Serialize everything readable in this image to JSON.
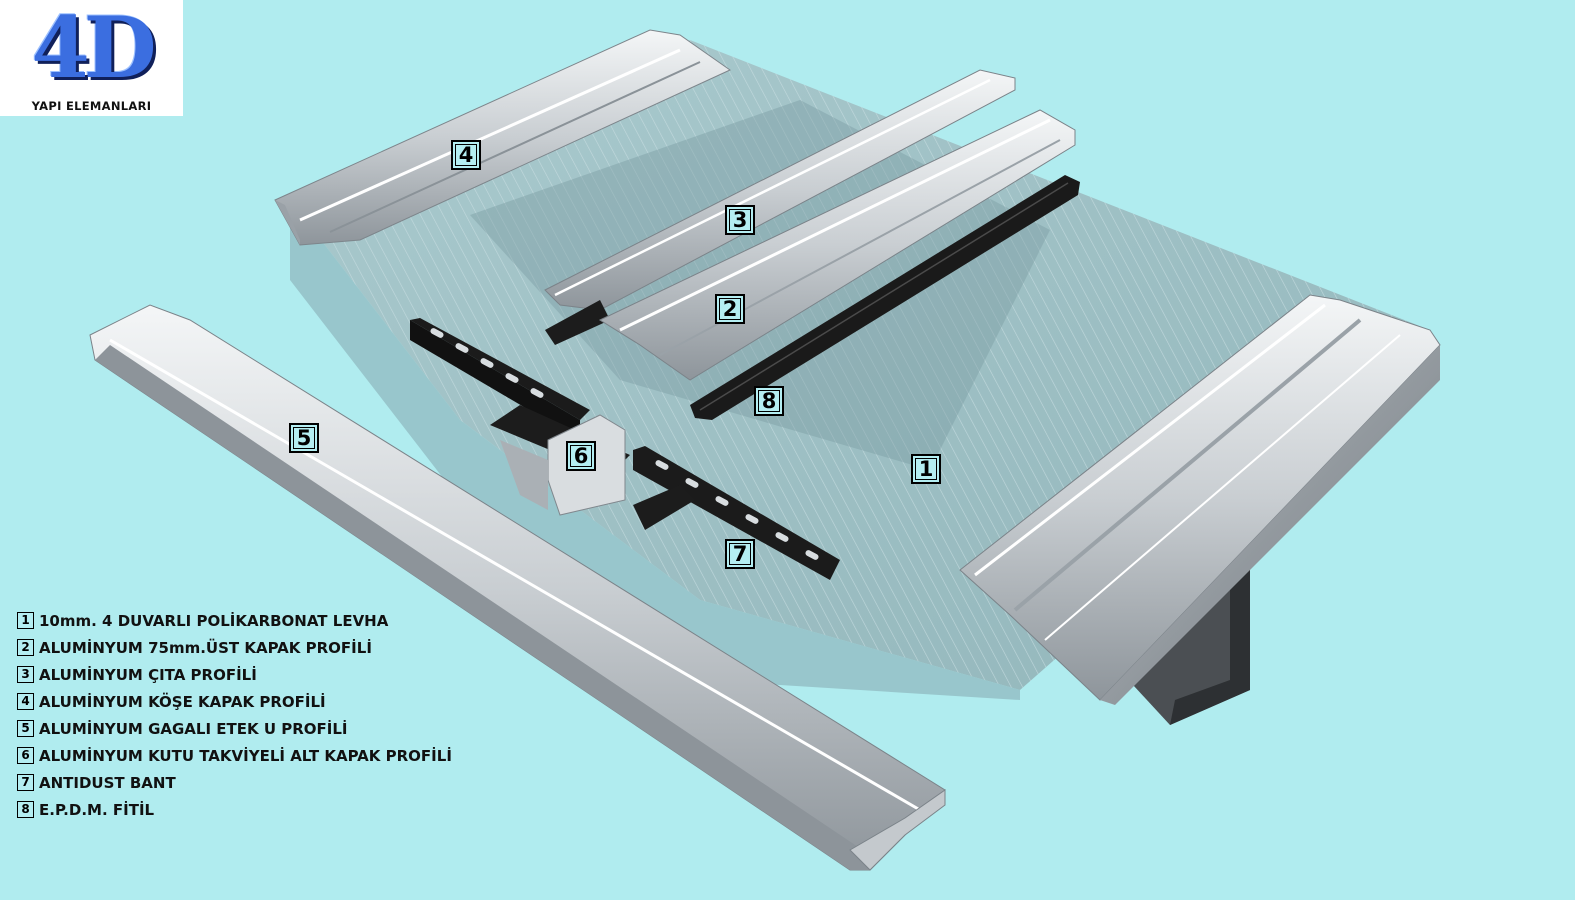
{
  "brand": {
    "logo_text": "4D",
    "subtitle": "YAPI ELEMANLARI"
  },
  "callouts": [
    {
      "id": "1"
    },
    {
      "id": "2"
    },
    {
      "id": "3"
    },
    {
      "id": "4"
    },
    {
      "id": "5"
    },
    {
      "id": "6"
    },
    {
      "id": "7"
    },
    {
      "id": "8"
    }
  ],
  "legend": [
    {
      "num": "1",
      "text": "10mm. 4 DUVARLI POLİKARBONAT LEVHA"
    },
    {
      "num": "2",
      "text": "ALUMİNYUM 75mm.ÜST KAPAK PROFİLİ"
    },
    {
      "num": "3",
      "text": "ALUMİNYUM ÇITA PROFİLİ"
    },
    {
      "num": "4",
      "text": "ALUMİNYUM KÖŞE KAPAK PROFİLİ"
    },
    {
      "num": "5",
      "text": "ALUMİNYUM GAGALI ETEK U PROFİLİ"
    },
    {
      "num": "6",
      "text": "ALUMİNYUM KUTU TAKVİYELİ ALT KAPAK PROFİLİ"
    },
    {
      "num": "7",
      "text": "ANTIDUST BANT"
    },
    {
      "num": "8",
      "text": "E.P.D.M. FİTİL"
    }
  ],
  "colors": {
    "background": "#b0ecef",
    "aluminum_light": "#e9ecef",
    "aluminum_dark": "#8f969c",
    "polycarbonate": "#9fb9bd",
    "epdm": "#1a1a1a",
    "logo_blue": "#3b6ee0"
  }
}
